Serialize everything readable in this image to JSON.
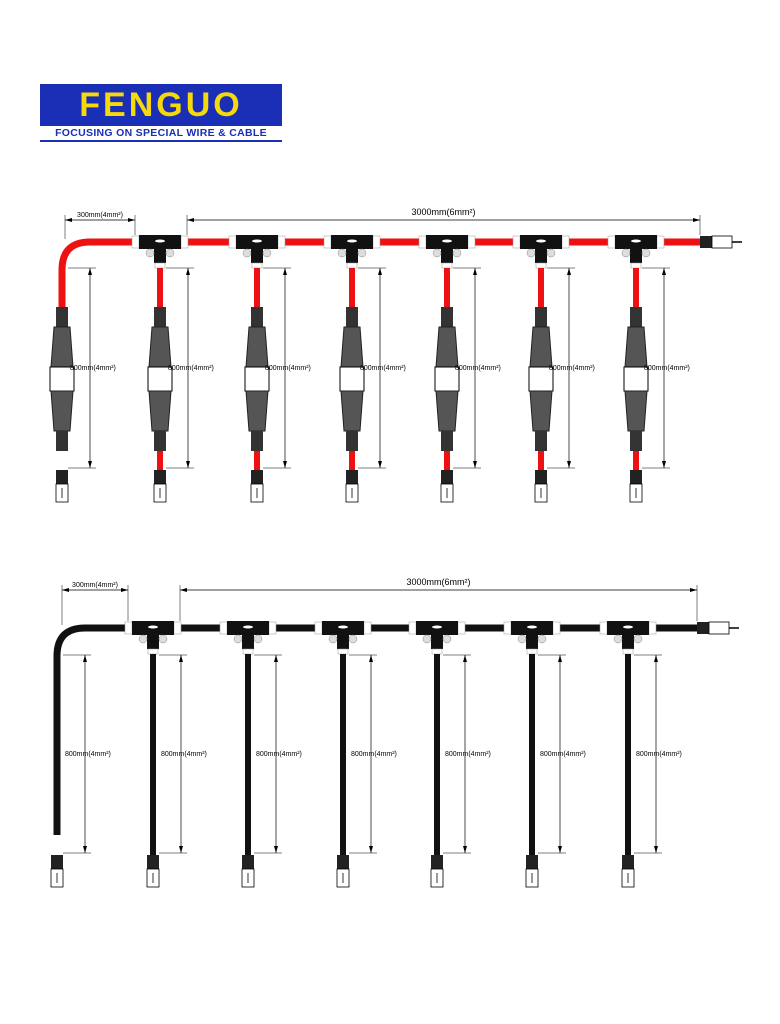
{
  "logo": {
    "brand": "FENGUO",
    "tagline": "FOCUSING ON SPECIAL WIRE & CABLE"
  },
  "colors": {
    "red_cable": "#ee1111",
    "black_cable": "#111111",
    "logo_blue": "#1a2fb5",
    "logo_yellow": "#f5d90a"
  },
  "diagrams": [
    {
      "name": "red-harness",
      "cable_color": "red",
      "lead_label": "300mm(4mm²)",
      "main_label": "3000mm(6mm²)",
      "branch_label": "800mm(4mm²)",
      "branches": 7,
      "inline_fuse": true
    },
    {
      "name": "black-harness",
      "cable_color": "black",
      "lead_label": "300mm(4mm²)",
      "main_label": "3000mm(6mm²)",
      "branch_label": "800mm(4mm²)",
      "branches": 7,
      "inline_fuse": false
    }
  ]
}
